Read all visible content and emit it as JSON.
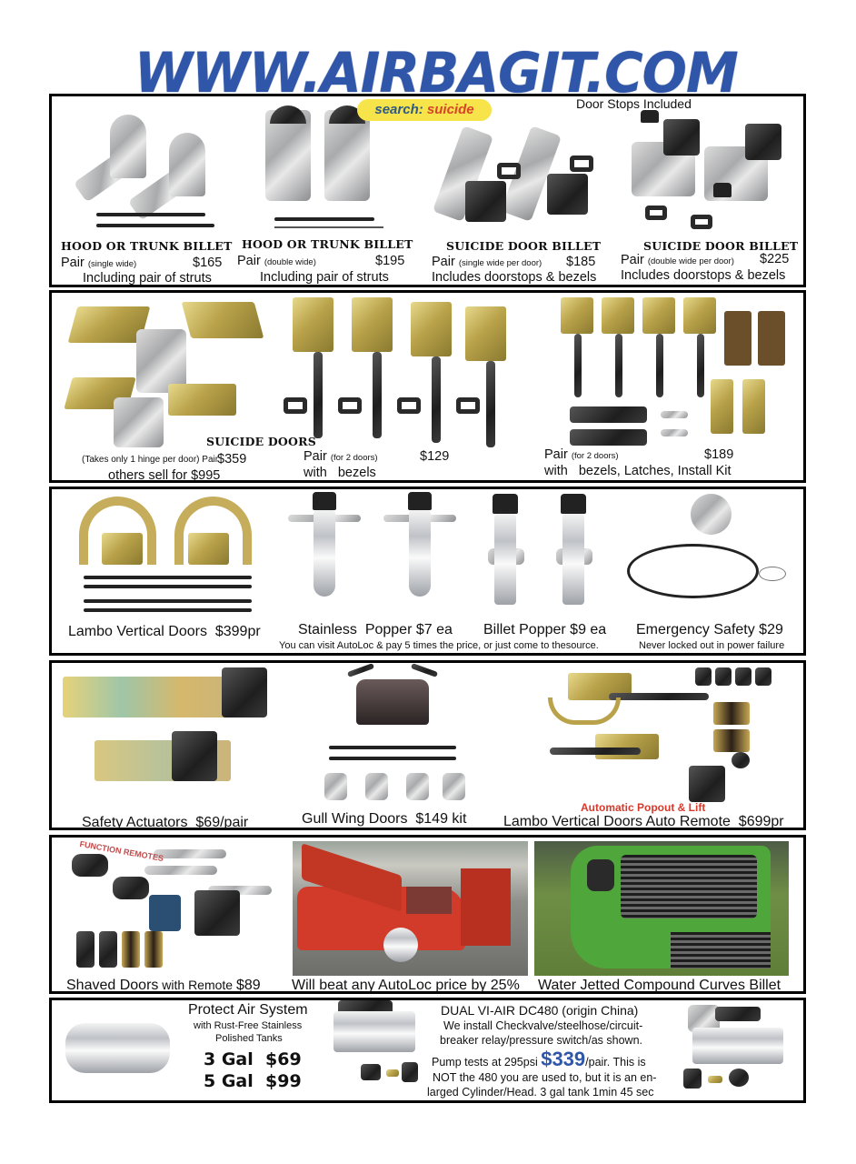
{
  "header": {
    "logo_text": "WWW.AIRBAGIT.COM",
    "search_badge": {
      "prefix": "search:",
      "term": "suicide"
    },
    "door_stops_note": "Door Stops Included"
  },
  "colors": {
    "brand_blue": "#2f56a8",
    "badge_yellow": "#f7e44a",
    "badge_term_red": "#d8442a",
    "caption_red": "#d63a2c",
    "border": "#000000"
  },
  "panels": {
    "hinges": {
      "items": [
        {
          "title": "HOOD OR TRUNK BILLET",
          "pair_label": "Pair",
          "variant": "(single wide)",
          "price": "$165",
          "note": "Including pair of struts"
        },
        {
          "title": "HOOD OR TRUNK BILLET",
          "pair_label": "Pair",
          "variant": "(double wide)",
          "price": "$195",
          "note": "Including pair of struts"
        },
        {
          "title": "SUICIDE DOOR BILLET",
          "pair_label": "Pair",
          "variant": "(single wide per door)",
          "price": "$185",
          "note": "Includes doorstops & bezels"
        },
        {
          "title": "SUICIDE DOOR BILLET",
          "pair_label": "Pair",
          "variant": "(double wide per door)",
          "price": "$225",
          "note": "Includes doorstops & bezels"
        }
      ]
    },
    "suicide_doors": {
      "title": "SUICIDE DOORS",
      "items": [
        {
          "prefix": "(Takes only 1 hinge per door) Pair",
          "price": "$359",
          "note": "others sell for $995"
        },
        {
          "pair_label": "Pair",
          "variant": "(for 2 doors)",
          "price": "$129",
          "note": "with   bezels"
        },
        {
          "pair_label": "Pair",
          "variant": "(for 2 doors)",
          "price": "$189",
          "note": "with   bezels, Latches, Install Kit"
        }
      ]
    },
    "poppers": {
      "items": [
        {
          "caption": "Lambo Vertical Doors  $399pr"
        },
        {
          "caption": "Stainless  Popper $7 ea"
        },
        {
          "caption": "Billet Popper $9 ea"
        },
        {
          "caption": "Emergency Safety $29",
          "note": "Never locked out in power failure"
        }
      ],
      "shared_note": "You can visit AutoLoc & pay 5 times the price, or just come to thesource."
    },
    "actuators": {
      "items": [
        {
          "caption": "Safety Actuators  $69/pair"
        },
        {
          "caption": "Gull Wing Doors  $149 kit"
        },
        {
          "caption": "Lambo Vertical Doors Auto Remote  $699pr",
          "image_label": "Automatic Popout & Lift"
        }
      ]
    },
    "shaved": {
      "items": [
        {
          "caption_main": "Shaved Doors",
          "caption_small": " with Remote ",
          "caption_price": "$89",
          "image_label": "FUNCTION REMOTES"
        },
        {
          "caption": "Will beat any AutoLoc price by 25%"
        },
        {
          "caption": "Water Jetted Compound Curves Billet"
        }
      ]
    },
    "air": {
      "protect_title": "Protect Air System",
      "protect_sub1": "with Rust-Free Stainless",
      "protect_sub2": "Polished Tanks",
      "tank_prices": [
        {
          "size": "3 Gal",
          "price": "$69"
        },
        {
          "size": "5 Gal",
          "price": "$99"
        }
      ],
      "compressor_title": "DUAL VI-AIR DC480 (origin China)",
      "line1": "We install Checkvalve/steelhose/circuit-",
      "line2": "breaker relay/pressure switch/as shown.",
      "line3_pre": "Pump tests at 295psi ",
      "line3_price": "$339",
      "line3_post": "/pair. This is",
      "line4": "NOT the 480 you are used to, but it is an en-",
      "line5": "larged Cylinder/Head. 3 gal tank 1min 45 sec"
    }
  }
}
